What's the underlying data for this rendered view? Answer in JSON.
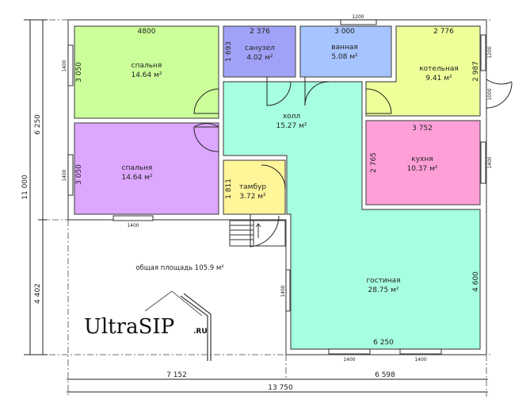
{
  "rooms": {
    "bedroom1": {
      "name": "спальня",
      "area": "14.64 м²",
      "width": "4800",
      "height": "3 050",
      "window": "1400",
      "color": "#ccff99"
    },
    "bathroom_wc": {
      "name": "санузел",
      "area": "4.02 м²",
      "width": "2 376",
      "height": "1 693",
      "color": "#a0a2f8"
    },
    "bath": {
      "name": "ванная",
      "area": "5.08 м²",
      "width": "3 000",
      "window": "1200",
      "color": "#a6c4ff"
    },
    "boiler": {
      "name": "котельная",
      "area": "9.41 м²",
      "width": "2 776",
      "height": "2 987",
      "window": "1200",
      "door": "1000",
      "color": "#eeff99"
    },
    "hall": {
      "name": "холл",
      "area": "15.27 м²",
      "color": "#a6ffe0"
    },
    "bedroom2": {
      "name": "спальня",
      "area": "14.64 м²",
      "height": "3 050",
      "window_side": "1400",
      "window_bottom": "1400",
      "color": "#dda6ff"
    },
    "vestibule": {
      "name": "тамбур",
      "area": "3.72 м²",
      "height": "1 811",
      "color": "#fff599"
    },
    "kitchen": {
      "name": "кухня",
      "area": "10.37 м²",
      "width": "3 752",
      "height": "2 765",
      "window": "1400",
      "color": "#ff9fd8"
    },
    "living": {
      "name": "гостиная",
      "area": "28.75 м²",
      "width": "6 250",
      "height": "4 600",
      "window_side": "1400",
      "window_bottom_1": "1400",
      "window_bottom_2": "1400",
      "color": "#a6ffe0"
    }
  },
  "total_area": "общая площадь 105.9 м²",
  "dimensions": {
    "left_total": "11 000",
    "left_upper": "6 250",
    "left_lower": "4 402",
    "bottom_left": "7 152",
    "bottom_right": "6 598",
    "bottom_total": "13 750"
  },
  "logo": {
    "main": "UltraSIP",
    "suffix": ".RU"
  }
}
